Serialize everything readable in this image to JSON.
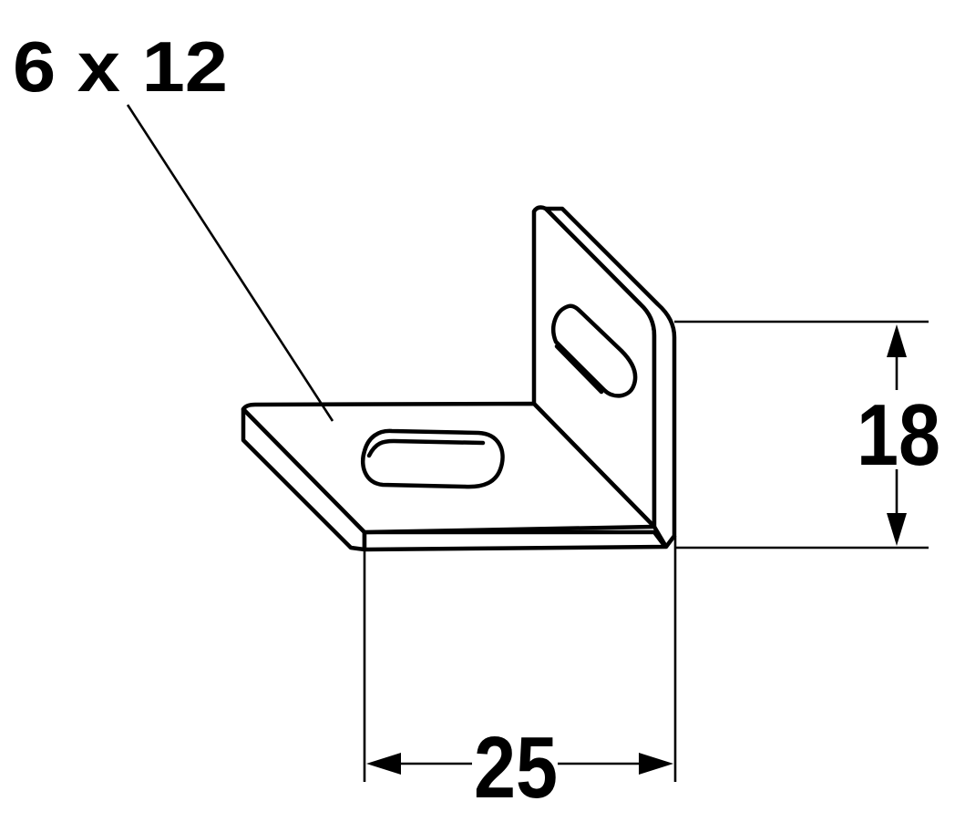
{
  "labels": {
    "hole_size": "6 x 12",
    "height": "18",
    "width": "25"
  },
  "colors": {
    "line": "#000000",
    "background": "#ffffff"
  }
}
